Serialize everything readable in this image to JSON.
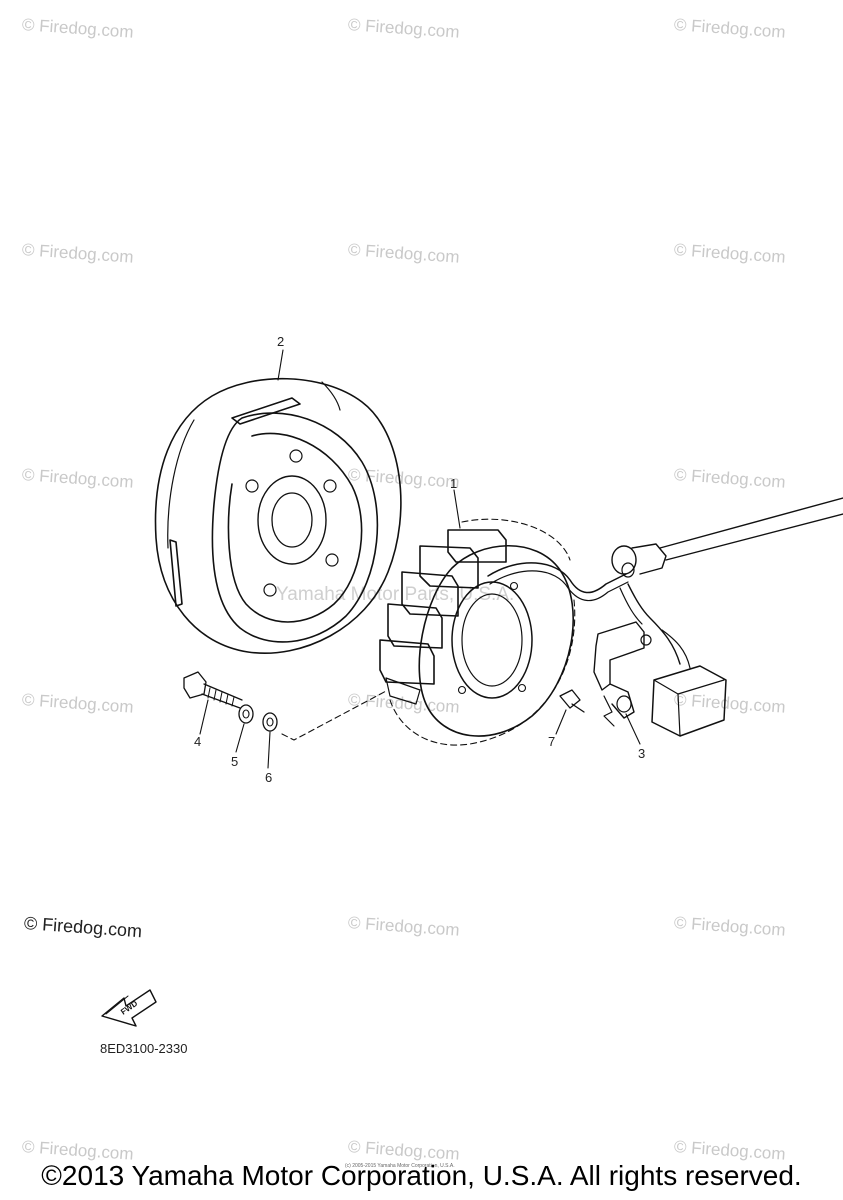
{
  "watermarks": {
    "text": "© Firedog.com",
    "corner_text": "© Firedog.com"
  },
  "center_watermark": "Yamaha Motor Parts, U.S.A.",
  "callouts": {
    "c1": "1",
    "c2": "2",
    "c3": "3",
    "c4": "4",
    "c5": "5",
    "c6": "6",
    "c7": "7"
  },
  "fwd_label": "FWD",
  "part_code": "8ED3100-2330",
  "copyright": "©2013 Yamaha Motor Corporation, U.S.A. All rights reserved.",
  "small_copyright": "(c) 2005-2015 Yamaha Motor Corporation, U.S.A."
}
